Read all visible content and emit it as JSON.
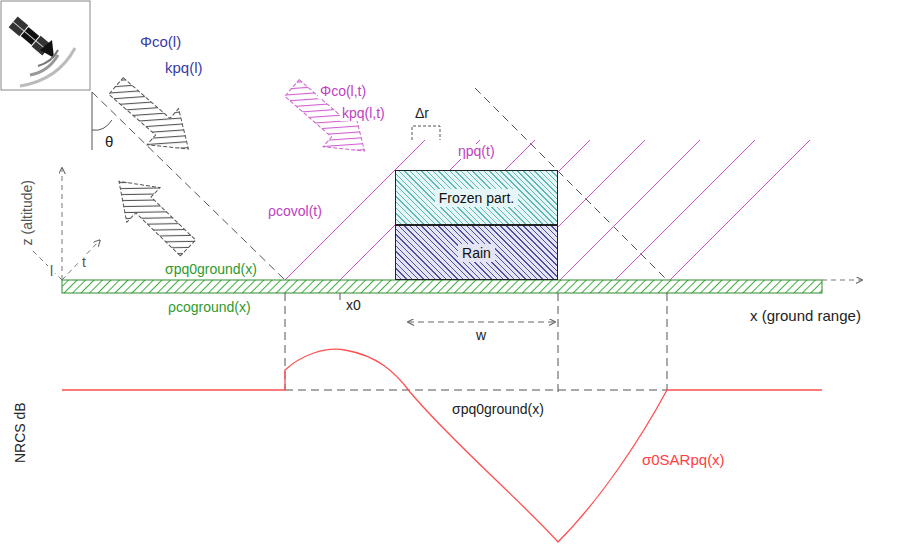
{
  "diagram": {
    "nodes": [
      {
        "text": [
          "Frozen part."
        ]
      },
      {
        "text": [
          "Rain"
        ]
      }
    ],
    "labels": [
      "Φco(l)",
      "kpq(l)",
      "θ",
      "z (altitude)",
      "Φco(l,t)",
      "kpq(l,t)",
      "Δr",
      "ηpq(t)",
      "ρcovol(t)",
      "l",
      "t",
      "σpq0ground(x)",
      "ρcoground(x)",
      "x0",
      "w",
      "x (ground range)",
      "NRCS dB",
      "σpq0ground(x)",
      "σ0SARpq(x)"
    ]
  }
}
